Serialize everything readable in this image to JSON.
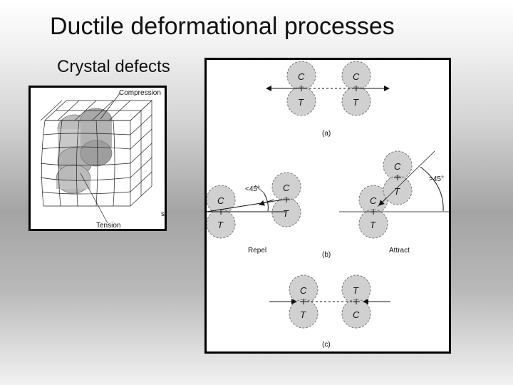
{
  "slide": {
    "title": "Ductile deformational processes",
    "subtitle": "Crystal defects"
  },
  "left_figure": {
    "compression_label": "Compression",
    "tension_label": "Tension",
    "edge_mark": "s"
  },
  "right_figure": {
    "atom_charge_labels": {
      "compression": "C",
      "tension": "T"
    },
    "panel_a_label": "(a)",
    "panel_b_label": "(b)",
    "panel_c_label": "(c)",
    "angle_less": "<45°",
    "angle_greater": ">45°",
    "repel_label": "Repel",
    "attract_label": "Attract"
  }
}
